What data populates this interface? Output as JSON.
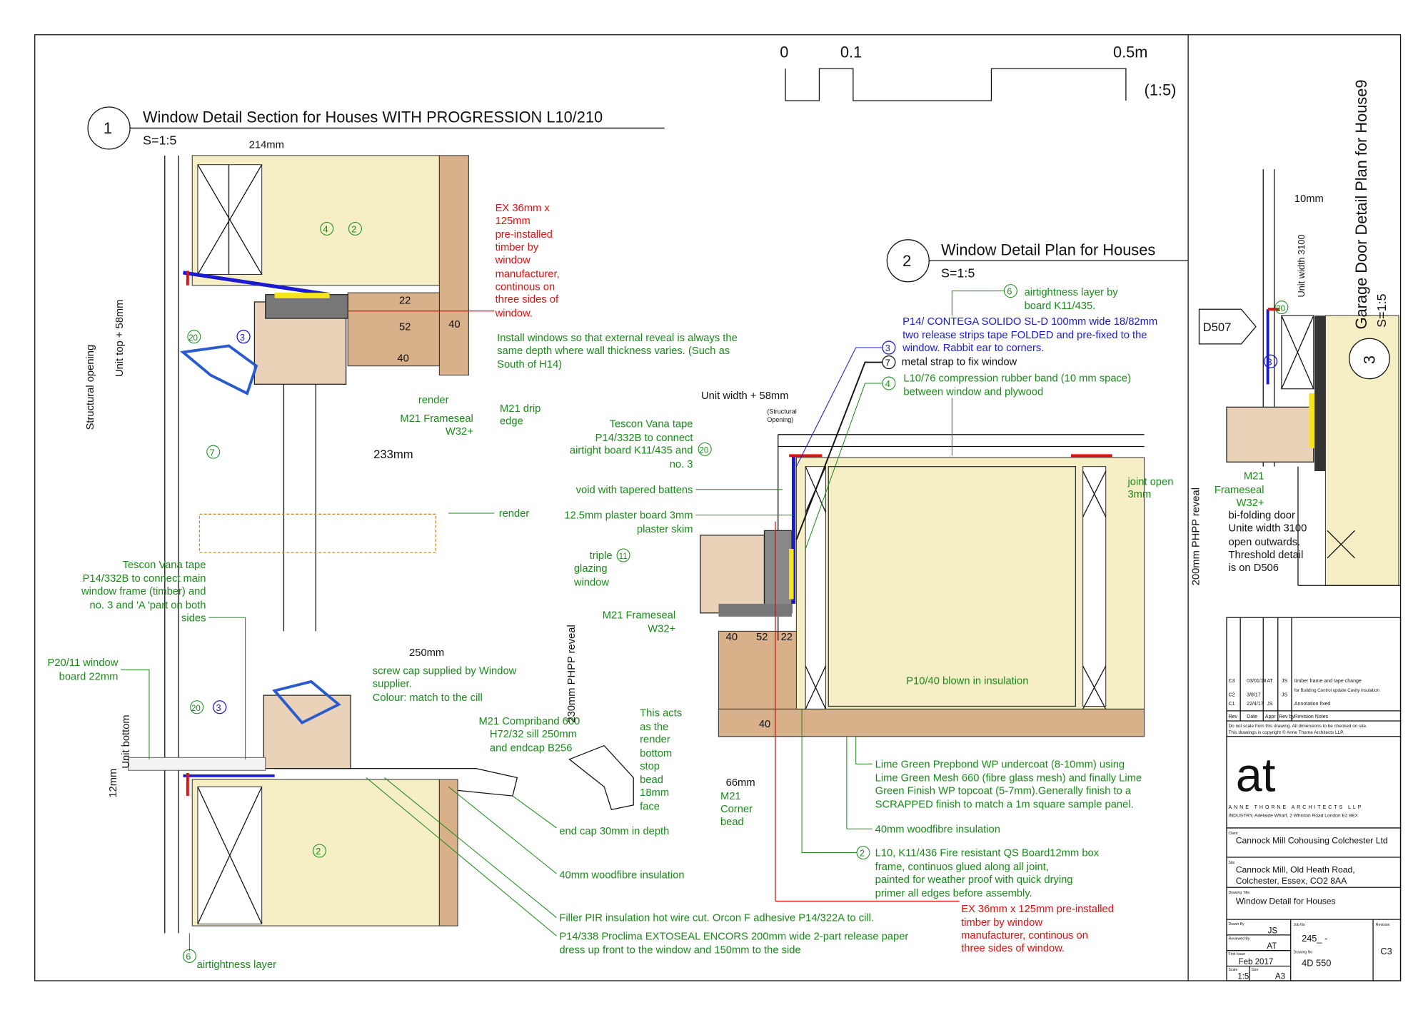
{
  "scale_bar": {
    "t0": "0",
    "t1": "0.1",
    "t2": "0.5m",
    "ratio": "(1:5)"
  },
  "detail1": {
    "num": "1",
    "title": "Window Detail Section for Houses WITH PROGRESSION L10/210",
    "scale": "S=1:5",
    "dims": {
      "d214": "214mm",
      "d233": "233mm",
      "d250": "250mm",
      "d22": "22",
      "d52": "52",
      "d40a": "40",
      "d40b": "40",
      "struct": "Structural opening",
      "unit_top": "Unit top + 58mm",
      "unit_bottom": "Unit bottom",
      "d12": "12mm"
    },
    "red_note": [
      "EX 36mm x",
      "125mm",
      "pre-installed",
      "timber by",
      "window",
      "manufacturer,",
      "continous on",
      "three sides of",
      "window."
    ],
    "install_note": [
      "Install windows so that external reveal is always the",
      "same depth where wall thickness varies. (Such as",
      "South of H14)"
    ],
    "render1": "render",
    "render2": "render",
    "frameseal": [
      "M21 Frameseal",
      "W32+"
    ],
    "drip": [
      "M21 drip",
      "edge"
    ],
    "tescon": [
      "Tescon Vana tape",
      "P14/332B to connect main",
      "window frame (timber) and",
      "no. 3 and 'A 'part on both",
      "sides"
    ],
    "board": [
      "P20/11 window",
      "board 22mm"
    ],
    "screwcap": [
      "screw cap supplied by Window",
      "supplier.",
      "Colour: match to the cill"
    ],
    "compriband": [
      "M21 Compriband 600",
      "H72/32 sill 250mm",
      "and endcap B256"
    ],
    "endcap": "end cap 30mm in depth",
    "woodfibre": "40mm woodfibre insulation",
    "filler": "Filler PIR insulation hot wire cut. Orcon F adhesive P14/322A to cill.",
    "extoseal": [
      "P14/338 Proclima EXTOSEAL ENCORS 200mm wide 2-part release paper",
      "dress up front to the window and 150mm to the side"
    ],
    "airtight": "airtightness layer",
    "markers": [
      "4",
      "2",
      "20",
      "3",
      "7",
      "20",
      "3",
      "2",
      "6"
    ]
  },
  "middle": {
    "bead_note": [
      "This acts",
      "as the",
      "render",
      "bottom",
      "stop",
      "bead",
      "18mm",
      "face"
    ],
    "corner_bead": [
      "M21",
      "Corner",
      "bead"
    ],
    "d66": "66mm",
    "phpp": "230mm PHPP reveal"
  },
  "detail2": {
    "num": "2",
    "title": "Window Detail Plan for Houses",
    "scale": "S=1:5",
    "airtight": [
      "airtightness layer by",
      "board K11/435."
    ],
    "contega": [
      "P14/   CONTEGA SOLIDO SL-D 100mm wide 18/82mm",
      "two release strips tape FOLDED and pre-fixed to the",
      "window. Rabbit ear to corners."
    ],
    "strap": "metal strap to fix window",
    "rubber": [
      "L10/76 compression rubber band (10 mm space)",
      "between window and plywood"
    ],
    "unit_width": "Unit width + 58mm",
    "struct_open": [
      "(Structural",
      "Opening)"
    ],
    "tescon": [
      "Tescon Vana tape",
      "P14/332B to connect",
      "airtight board K11/435 and",
      "no. 3"
    ],
    "void": "void with tapered battens",
    "plaster": [
      "12.5mm plaster board 3mm",
      "plaster skim"
    ],
    "glazing": [
      "triple",
      "glazing",
      "window"
    ],
    "frameseal": [
      "M21 Frameseal",
      "W32+"
    ],
    "joint": [
      "joint open",
      "3mm"
    ],
    "blown": "P10/40 blown in insulation",
    "dims": {
      "a": "40",
      "b": "52",
      "c": "22",
      "d": "40"
    },
    "lime": [
      "Lime Green Prepbond WP undercoat (8-10mm) using",
      "Lime Green Mesh 660 (fibre glass mesh) and finally Lime",
      "Green Finish WP topcoat (5-7mm).Generally finish to a",
      "SCRAPPED finish to match a 1m square sample panel."
    ],
    "woodfibre": "40mm woodfibre insulation",
    "qsboard": [
      "L10, K11/436 Fire resistant QS Board12mm box",
      "frame, continuos glued along all joint,",
      "painted for weather proof with quick drying",
      "primer all edges before assembly."
    ],
    "red_note": [
      "EX 36mm x 125mm pre-installed",
      "timber by window",
      "manufacturer, continous on",
      "three sides of window."
    ],
    "markers": [
      "6",
      "3",
      "7",
      "4",
      "11",
      "20",
      "2"
    ]
  },
  "detail3": {
    "num": "3",
    "title": "Garage Door Detail Plan for House9",
    "scale": "S=1:5",
    "d10": "10mm",
    "unit_width": "Unit width 3100",
    "ref": "D507",
    "frameseal": [
      "M21",
      "Frameseal",
      "W32+"
    ],
    "door": [
      "bi-folding door",
      "Unite width 3100",
      "open outwards.",
      "Threshold detail",
      "is on D506"
    ],
    "phpp": "200mm PHPP reveal",
    "markers": [
      "20",
      "3"
    ]
  },
  "title_block": {
    "revisions": [
      {
        "rev": "C3",
        "date": "03/01/18",
        "appr": "AT",
        "by": "JS",
        "notes": "timber frame and tape change"
      },
      {
        "rev": "C2",
        "date": "3/8/17",
        "appr": "",
        "by": "JS",
        "notes": "for Building Control update Cavity insulation"
      },
      {
        "rev": "C1",
        "date": "22/4/17",
        "appr": "JS",
        "by": "",
        "notes": "Annotation fixed"
      }
    ],
    "headers": {
      "rev": "Rev",
      "date": "Date",
      "appr": "Appr",
      "by": "Rev by",
      "notes": "Revision Notes"
    },
    "disclaimer": [
      "Do not scale from this drawing. All dimensions to be checked on site.",
      "This drawings is copyright © Anne Thorne Architects LLP."
    ],
    "logo": "at",
    "firm": "ANNE THORNE ARCHITECTS LLP",
    "address": "INDUSTRY, Adelaide Wharf, 2 Whiston Road London E2 8EX",
    "client_label": "Client",
    "client": "Cannock Mill Cohousing Colchester Ltd",
    "site_label": "Site",
    "site": [
      "Cannock Mill, Old Heath Road,",
      "Colchester, Essex, CO2 8AA"
    ],
    "title_label": "Drawing Title",
    "title": "Window Detail for Houses",
    "drawn_label": "Drawn By",
    "drawn": "JS",
    "reviewed_label": "Reviewed By",
    "reviewed": "AT",
    "date_label": "First Issue",
    "date": "Feb 2017",
    "scale_label": "Scale",
    "scale": "1:5",
    "size_label": "Size",
    "size": "A3",
    "job_label": "Job No",
    "job": "245_  -",
    "dwg_label": "Drawing No",
    "dwg": "4D 550",
    "rev_label": "Revision",
    "rev": "C3"
  }
}
